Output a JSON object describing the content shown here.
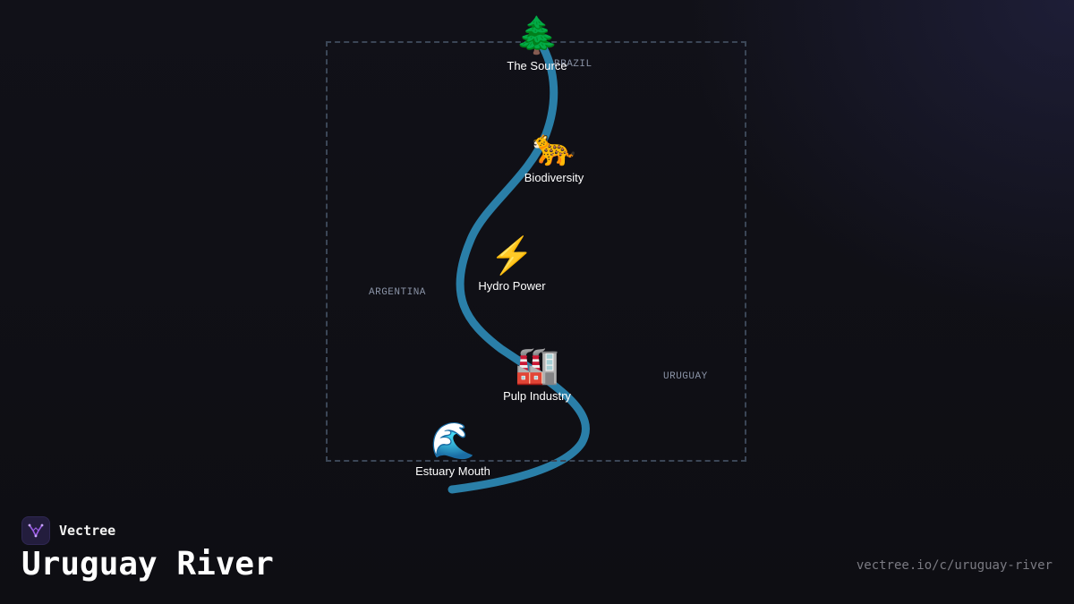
{
  "map": {
    "countries": {
      "brazil": "BRAZIL",
      "argentina": "ARGENTINA",
      "uruguay": "URUGUAY"
    },
    "river_color": "#2a7fa8",
    "border_color": "#3b4656"
  },
  "nodes": [
    {
      "icon": "🌲",
      "icon_name": "evergreen-tree-icon",
      "label": "The Source"
    },
    {
      "icon": "🐆",
      "icon_name": "leopard-icon",
      "label": "Biodiversity"
    },
    {
      "icon": "⚡",
      "icon_name": "lightning-icon",
      "label": "Hydro Power"
    },
    {
      "icon": "🏭",
      "icon_name": "factory-icon",
      "label": "Pulp Industry"
    },
    {
      "icon": "🌊",
      "icon_name": "wave-icon",
      "label": "Estuary Mouth"
    }
  ],
  "footer": {
    "brand_name": "Vectree",
    "title": "Uruguay River",
    "url": "vectree.io/c/uruguay-river"
  },
  "colors": {
    "background": "#0f0f14",
    "brand_accent": "#9b5de5"
  }
}
